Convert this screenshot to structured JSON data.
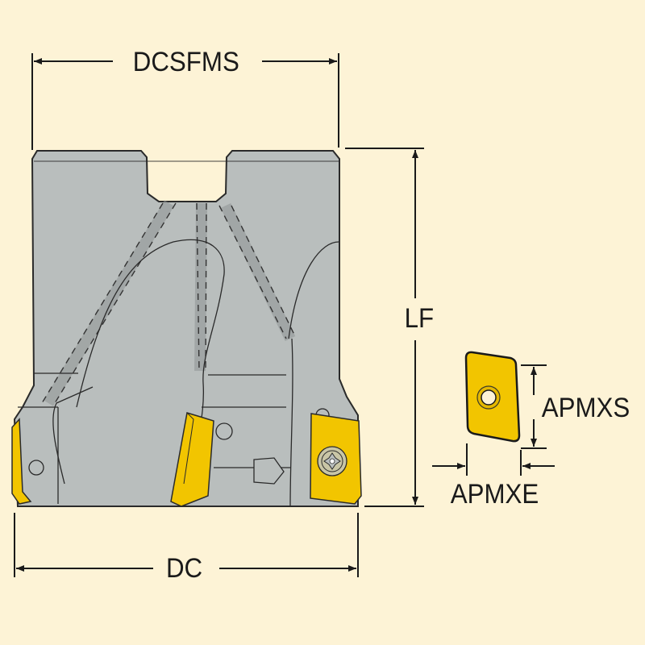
{
  "labels": {
    "dcsfms": "DCSFMS",
    "lf": "LF",
    "dc": "DC",
    "apmxs": "APMXS",
    "apmxe": "APMXE"
  },
  "colors": {
    "background": "#fdf3d6",
    "body": "#b9bebd",
    "insert": "#f2c500",
    "line": "#1a1a1a"
  }
}
